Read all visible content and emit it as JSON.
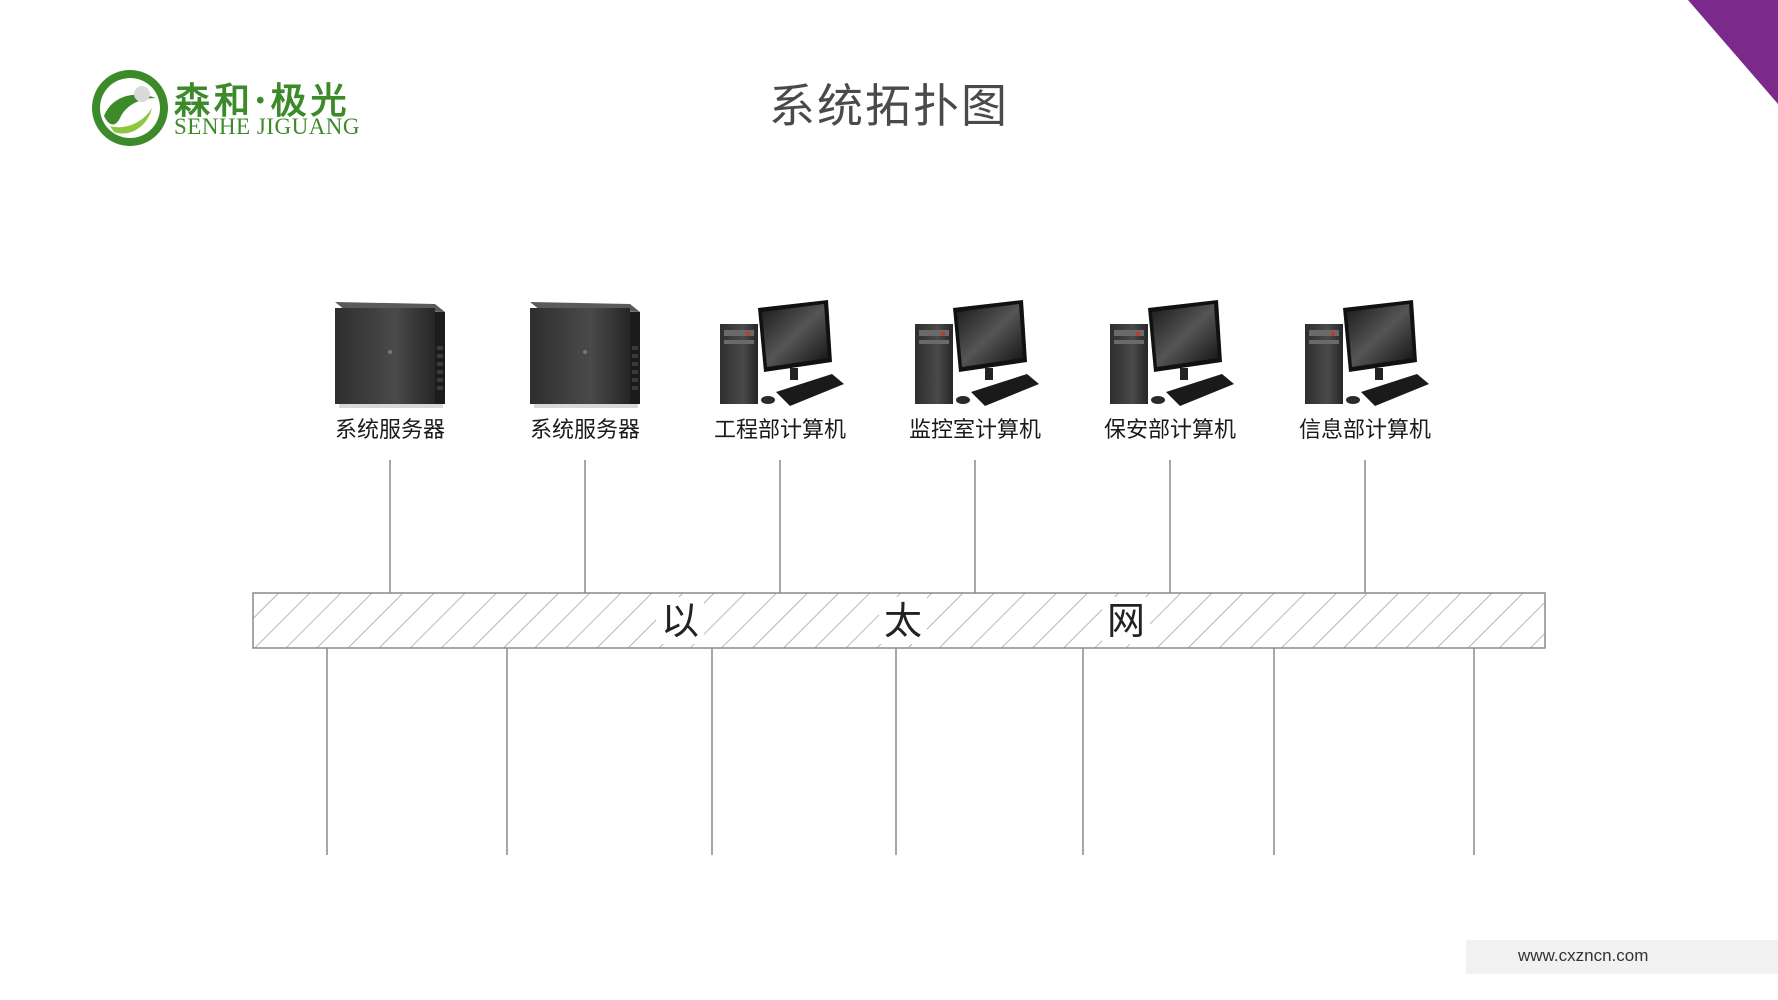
{
  "logo": {
    "name_cn": "森和·极光",
    "name_en": "SENHE JIGUANG",
    "color": "#3c8a2a"
  },
  "title": "系统拓扑图",
  "accent_color": "#7b2a8c",
  "nodes": [
    {
      "label": "系统服务器",
      "icon": "server-tower-icon"
    },
    {
      "label": "系统服务器",
      "icon": "server-tower-icon"
    },
    {
      "label": "工程部计算机",
      "icon": "desktop-computer-icon"
    },
    {
      "label": "监控室计算机",
      "icon": "desktop-computer-icon"
    },
    {
      "label": "保安部计算机",
      "icon": "desktop-computer-icon"
    },
    {
      "label": "信息部计算机",
      "icon": "desktop-computer-icon"
    }
  ],
  "bus": {
    "label_chars": [
      "以",
      "太",
      "网"
    ],
    "drop_count": 7
  },
  "footer": {
    "url": "www.cxzncn.com"
  }
}
